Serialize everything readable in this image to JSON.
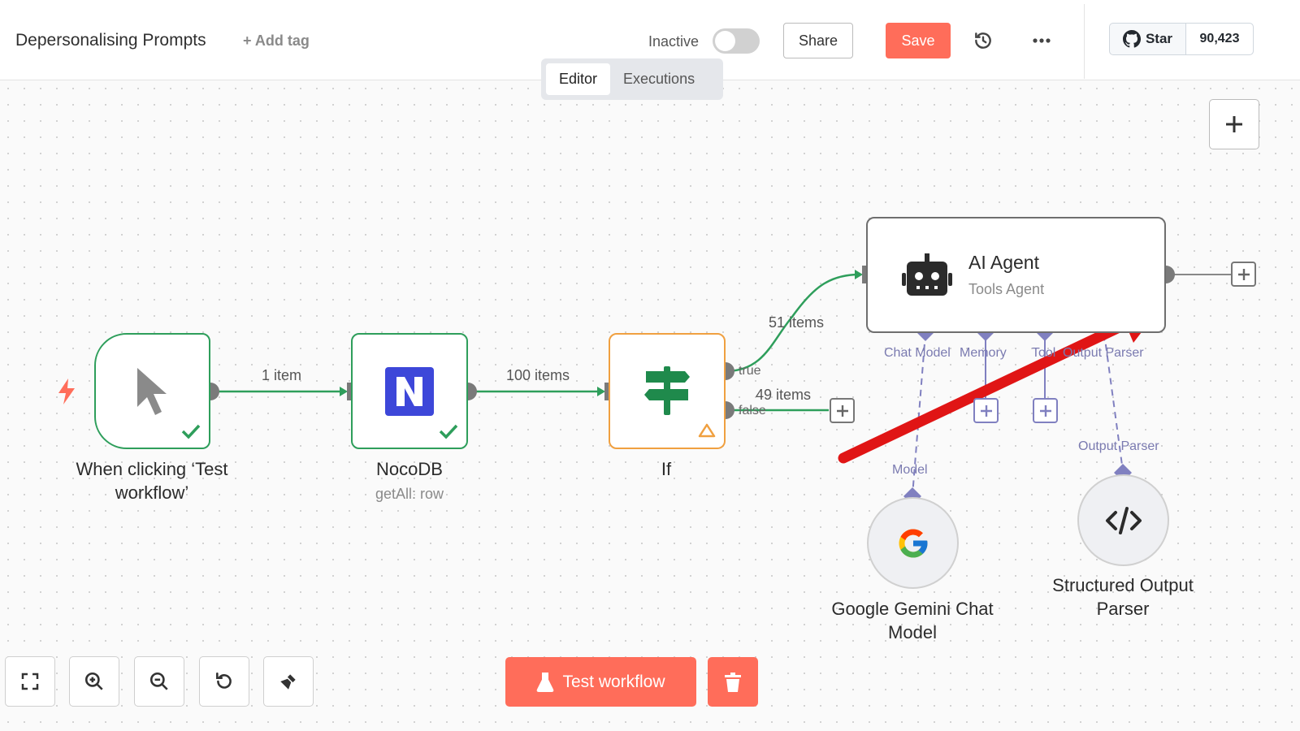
{
  "header": {
    "workflow_title": "Depersonalising Prompts",
    "add_tag": "+ Add tag",
    "active_label": "Inactive",
    "share_label": "Share",
    "save_label": "Save",
    "github": {
      "star_label": "Star",
      "star_count": "90,423"
    }
  },
  "tabs": [
    {
      "label": "Editor",
      "active": true
    },
    {
      "label": "Executions",
      "active": false
    }
  ],
  "nodes": {
    "trigger": {
      "label": "When clicking ‘Test workflow’"
    },
    "nocodb": {
      "label": "NocoDB",
      "subtitle": "getAll: row"
    },
    "if": {
      "label": "If",
      "true_label": "true",
      "false_label": "false"
    },
    "agent": {
      "title": "AI Agent",
      "subtitle": "Tools Agent",
      "ports": [
        "Chat Model",
        "Memory",
        "Tool",
        "Output Parser"
      ]
    },
    "gemini": {
      "label": "Google Gemini Chat Model",
      "port": "Model"
    },
    "parser": {
      "label": "Structured Output Parser",
      "port": "Output Parser"
    }
  },
  "edges": {
    "trigger_to_nocodb": "1 item",
    "nocodb_to_if": "100 items",
    "if_true": "51 items",
    "if_false": "49 items"
  },
  "footer": {
    "test_workflow_label": "Test workflow"
  },
  "colors": {
    "accent": "#ff6d5a",
    "success": "#2e9e5b",
    "warning": "#f0a040",
    "sub_port": "#8080c0",
    "nocodb": "#3d47d9"
  }
}
